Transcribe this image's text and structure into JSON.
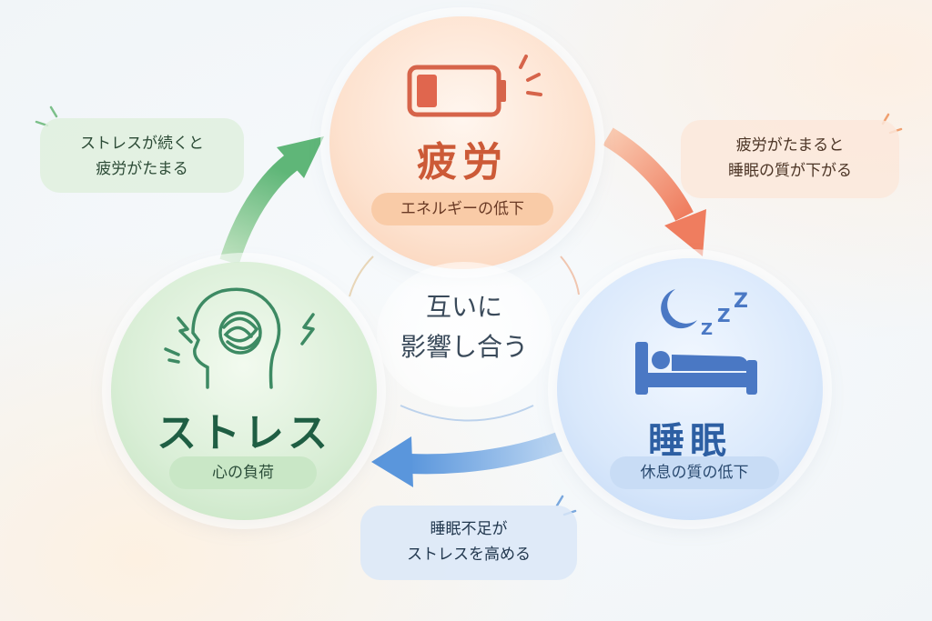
{
  "center": {
    "line1": "互いに",
    "line2": "影響し合う"
  },
  "nodes": {
    "fatigue": {
      "title": "疲労",
      "subtitle": "エネルギーの低下",
      "icon": "low-battery-icon",
      "color": "#cc5a37"
    },
    "sleep": {
      "title": "睡眠",
      "subtitle": "休息の質の低下",
      "icon": "sleeping-bed-icon",
      "color": "#2d5fa3"
    },
    "stress": {
      "title": "ストレス",
      "subtitle": "心の負荷",
      "icon": "stressed-head-icon",
      "color": "#1f5e43"
    }
  },
  "callouts": {
    "stress_to_fatigue": {
      "line1": "ストレスが続くと",
      "line2": "疲労がたまる"
    },
    "fatigue_to_sleep": {
      "line1": "疲労がたまると",
      "line2": "睡眠の質が下がる"
    },
    "sleep_to_stress": {
      "line1": "睡眠不足が",
      "line2": "ストレスを高める"
    }
  },
  "colors": {
    "green": "#6fbf7c",
    "orange": "#f08a6c",
    "blue": "#6fa4df"
  }
}
